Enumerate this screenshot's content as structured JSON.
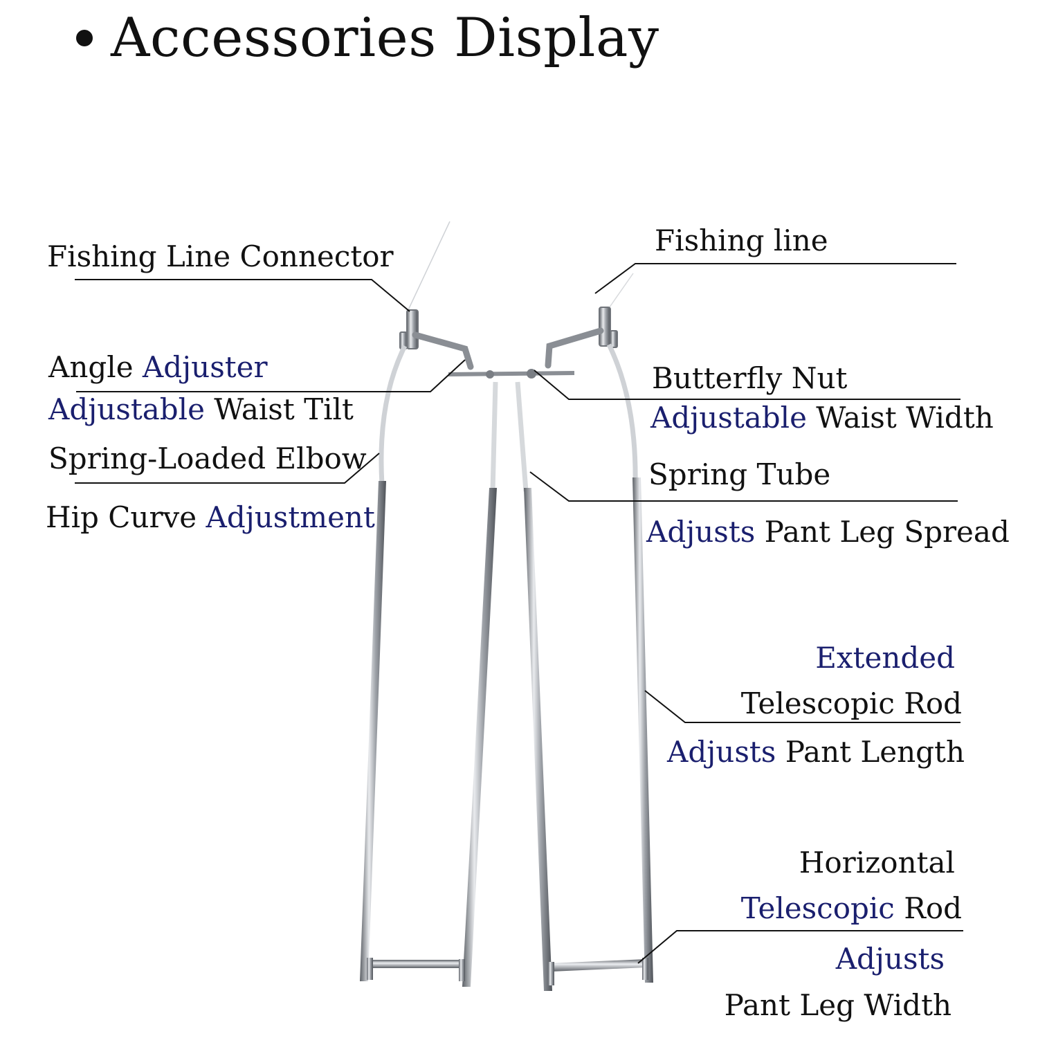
{
  "title": "Accessories Display",
  "colors": {
    "text": "#111111",
    "accent": "#1a1f6e",
    "metal": "#9a9ea4"
  },
  "labels": {
    "fishing_line_connector": "Fishing Line Connector",
    "fishing_line": "Fishing line",
    "angle_adjuster_a": "Angle",
    "angle_adjuster_b": "Adjuster",
    "waist_tilt_a": "Adjustable",
    "waist_tilt_b": "Waist Tilt",
    "butterfly_nut": "Butterfly Nut",
    "waist_width_a": "Adjustable",
    "waist_width_b": "Waist Width",
    "spring_elbow": "Spring-Loaded Elbow",
    "hip_curve_a": "Hip Curve",
    "hip_curve_b": "Adjustment",
    "spring_tube": "Spring Tube",
    "leg_spread_a": "Adjusts",
    "leg_spread_b": "Pant Leg Spread",
    "extended": "Extended",
    "telescopic_rod": "Telescopic Rod",
    "pant_length_a": "Adjusts",
    "pant_length_b": "Pant Length",
    "horizontal": "Horizontal",
    "h_telescopic_a": "Telescopic",
    "h_telescopic_b": "Rod",
    "adjusts": "Adjusts",
    "pant_leg_width": "Pant Leg Width"
  }
}
